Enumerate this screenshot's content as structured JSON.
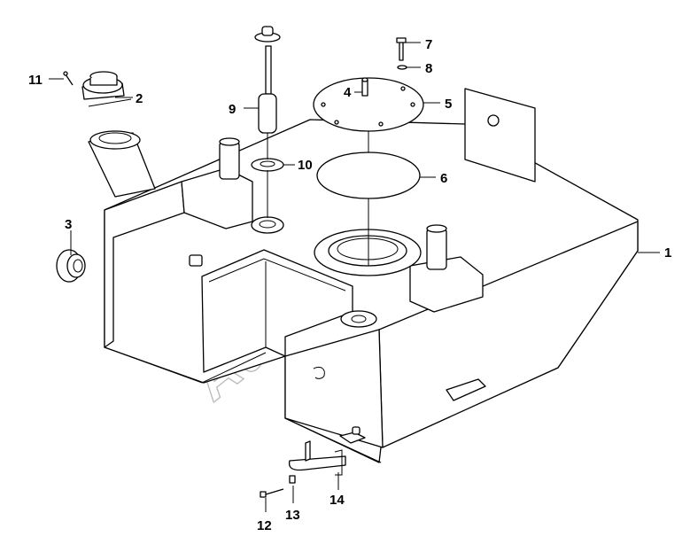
{
  "watermark": "Autosoft",
  "callouts": {
    "c1": "1",
    "c2": "2",
    "c3": "3",
    "c4": "4",
    "c5": "5",
    "c6": "6",
    "c7": "7",
    "c8": "8",
    "c9": "9",
    "c10": "10",
    "c11": "11",
    "c12": "12",
    "c13": "13",
    "c14": "14"
  }
}
